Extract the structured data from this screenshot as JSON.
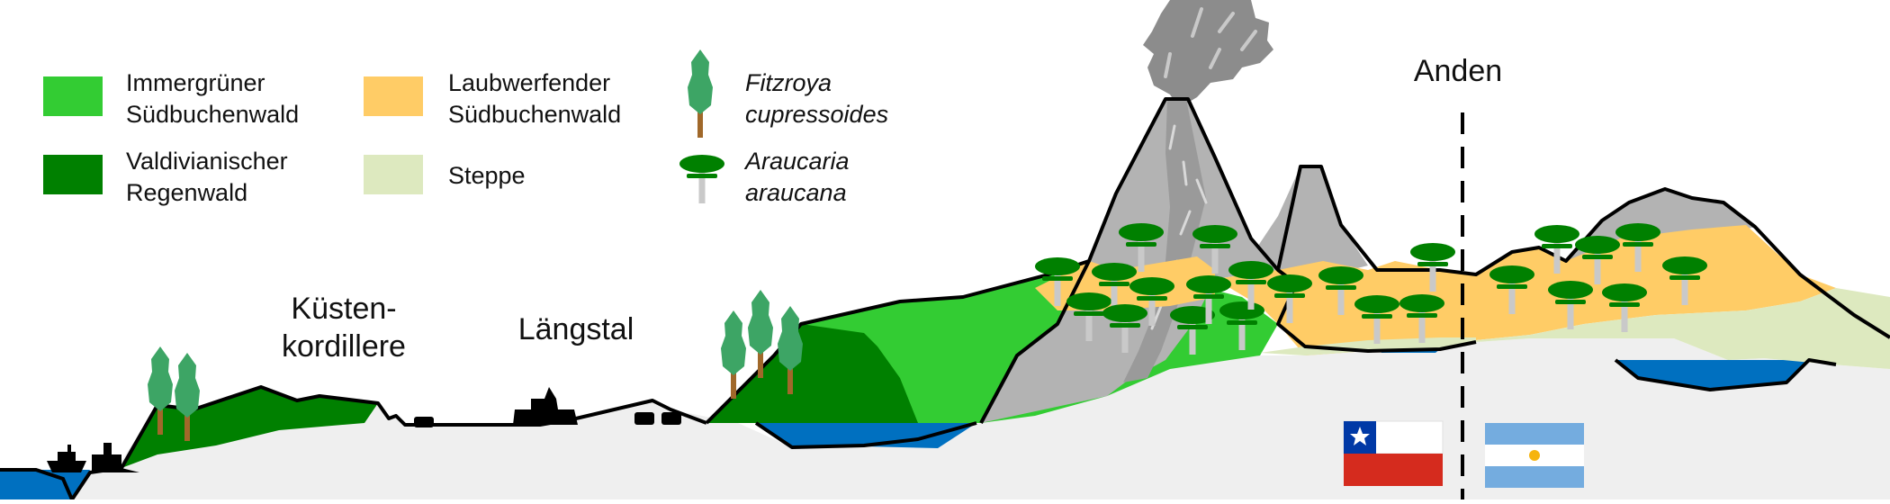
{
  "legend": {
    "items": [
      {
        "line1": "Immergrüner",
        "line2": "Südbuchenwald",
        "color": "#33cc33"
      },
      {
        "line1": "Valdivianischer",
        "line2": "Regenwald",
        "color": "#008000"
      },
      {
        "line1": "Laubwerfender",
        "line2": "Südbuchenwald",
        "color": "#ffcc66"
      },
      {
        "line1": "Steppe",
        "line2": "",
        "color": "#dde9bf"
      }
    ],
    "species": [
      {
        "line1": "Fitzroya",
        "line2": "cupressoides",
        "icon": "fitzroya-tree-icon"
      },
      {
        "line1": "Araucaria",
        "line2": "araucana",
        "icon": "araucaria-tree-icon"
      }
    ]
  },
  "labels": {
    "kuesten_line1": "Küsten-",
    "kuesten_line2": "kordillere",
    "laengstal": "Längstal",
    "anden": "Anden"
  },
  "flags": {
    "left": "chile-flag-icon",
    "right": "argentina-flag-icon"
  },
  "colors": {
    "ground": "#efefef",
    "water": "#0070c0",
    "mountain": "#b3b3b3",
    "smoke": "#8c8c8c",
    "evergreen": "#33cc33",
    "rainforest": "#008000",
    "deciduous": "#ffcc66",
    "steppe": "#dde9bf",
    "fitzroya": "#3da565",
    "trunk": "#a0682a"
  }
}
